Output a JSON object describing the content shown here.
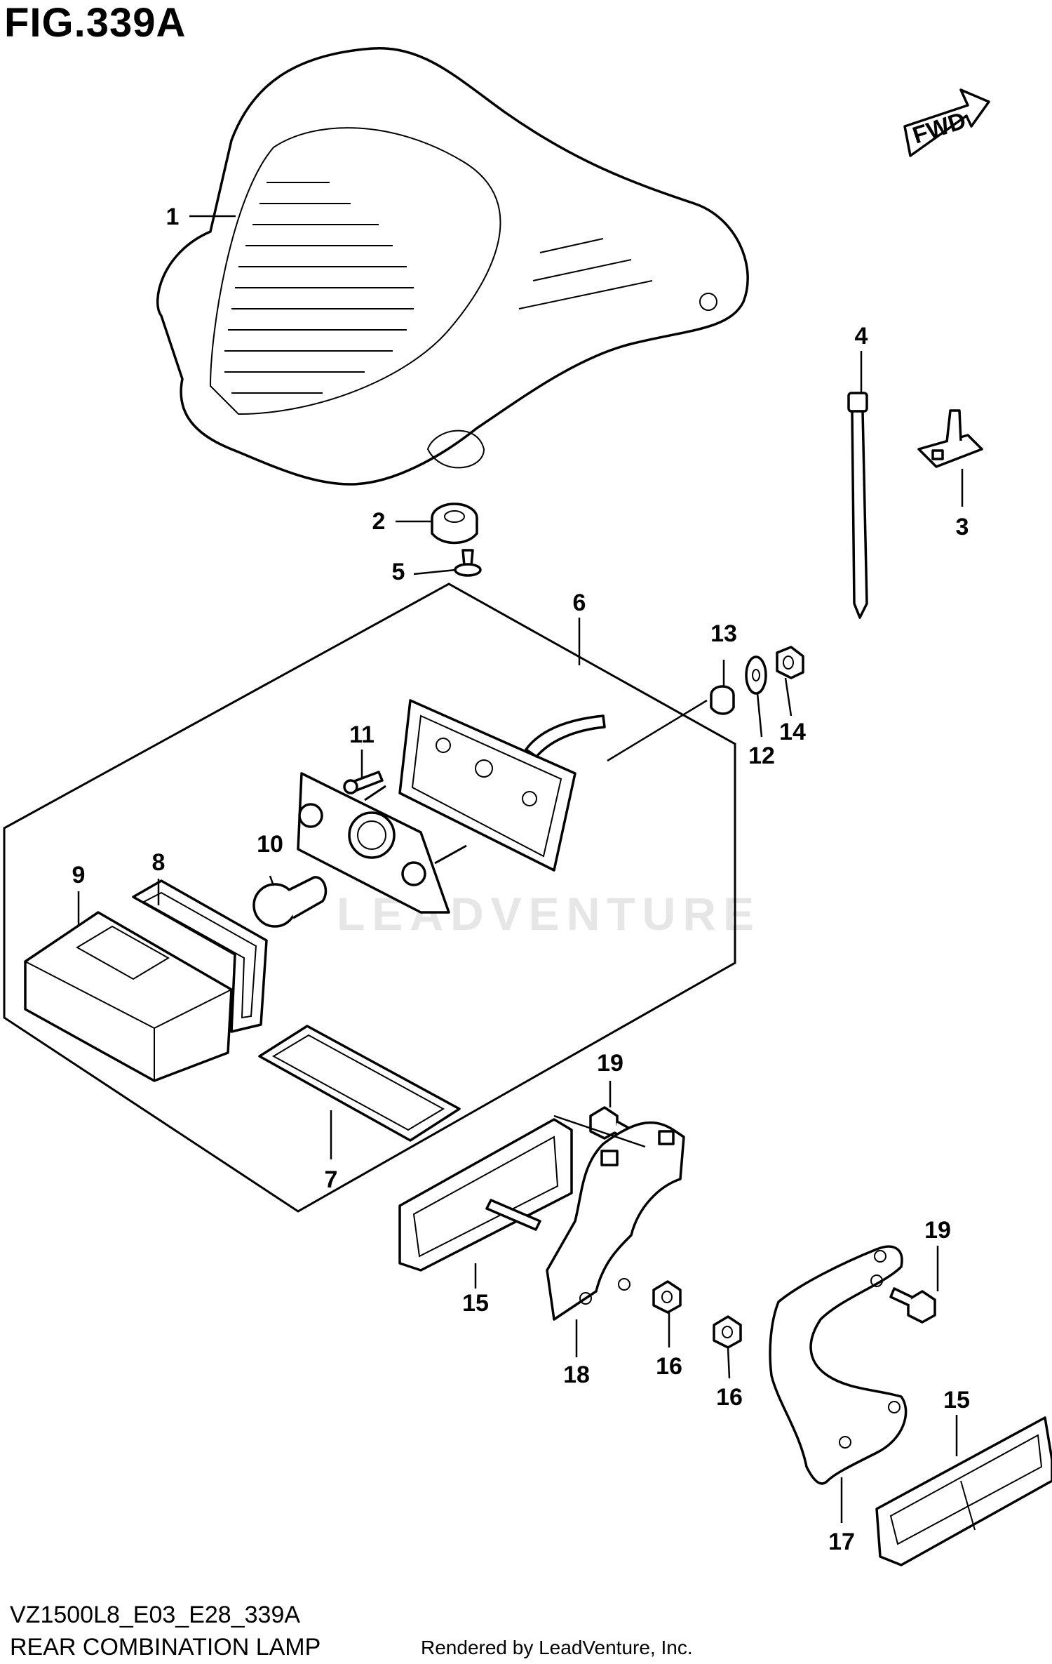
{
  "figure": {
    "title": "FIG.339A",
    "fwd_label": "FWD",
    "model_code": "VZ1500L8_E03_E28_339A",
    "assembly_name": "REAR COMBINATION LAMP",
    "rendered_by": "Rendered by LeadVenture, Inc.",
    "watermark": "LEADVENTURE"
  },
  "callouts": [
    {
      "id": "c1",
      "label": "1"
    },
    {
      "id": "c2",
      "label": "2"
    },
    {
      "id": "c3",
      "label": "3"
    },
    {
      "id": "c4",
      "label": "4"
    },
    {
      "id": "c5",
      "label": "5"
    },
    {
      "id": "c6",
      "label": "6"
    },
    {
      "id": "c7",
      "label": "7"
    },
    {
      "id": "c8",
      "label": "8"
    },
    {
      "id": "c9",
      "label": "9"
    },
    {
      "id": "c10",
      "label": "10"
    },
    {
      "id": "c11",
      "label": "11"
    },
    {
      "id": "c12",
      "label": "12"
    },
    {
      "id": "c13",
      "label": "13"
    },
    {
      "id": "c14",
      "label": "14"
    },
    {
      "id": "c15a",
      "label": "15"
    },
    {
      "id": "c15b",
      "label": "15"
    },
    {
      "id": "c16a",
      "label": "16"
    },
    {
      "id": "c16b",
      "label": "16"
    },
    {
      "id": "c17",
      "label": "17"
    },
    {
      "id": "c18",
      "label": "18"
    },
    {
      "id": "c19a",
      "label": "19"
    },
    {
      "id": "c19b",
      "label": "19"
    }
  ]
}
